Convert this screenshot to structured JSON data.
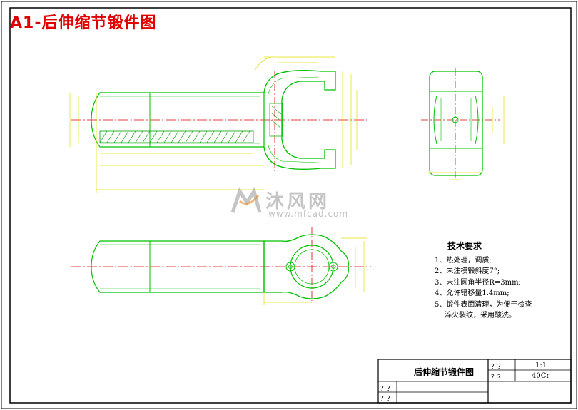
{
  "title": "A1-后伸缩节锻件图",
  "tech_requirements": {
    "heading": "技术要求",
    "items": [
      "1、热处理，调质;",
      "2、未注模锻斜度7°;",
      "3、未注圆角半径R=3mm;",
      "4、允许错移量1.4mm;",
      "5、锻件表面清理，为便于检查",
      "淬火裂纹，采用酸洗。"
    ]
  },
  "title_block": {
    "drawing_name": "后伸缩节锻件图",
    "scale": "1:1",
    "material": "40Cr",
    "placeholder": "？？"
  },
  "watermark": {
    "brand": "沐风网",
    "url": "www.mfcad.com"
  },
  "colors": {
    "outline": "#00c000",
    "centerline": "#e00000",
    "dimension": "#e0e000",
    "hatch": "#00a000",
    "title": "#e00000"
  }
}
